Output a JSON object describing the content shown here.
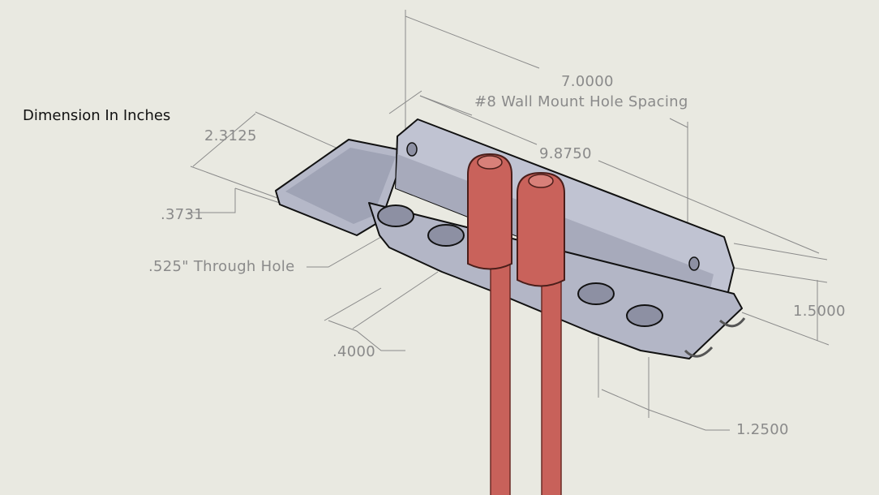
{
  "title_note": "Dimension In Inches",
  "dimensions": {
    "hole_spacing_value": "7.0000",
    "hole_spacing_label": "#8 Wall Mount Hole Spacing",
    "overall_length": "9.8750",
    "tray_width": "2.3125",
    "base_thickness": ".3731",
    "through_hole": ".525\" Through Hole",
    "slot_gap": ".4000",
    "height": "1.5000",
    "slot_pitch": "1.2500"
  },
  "colors": {
    "background": "#e9e9e1",
    "part": "#b9bccb",
    "tube": "#c8615a",
    "dimension": "#8a8a8a"
  }
}
